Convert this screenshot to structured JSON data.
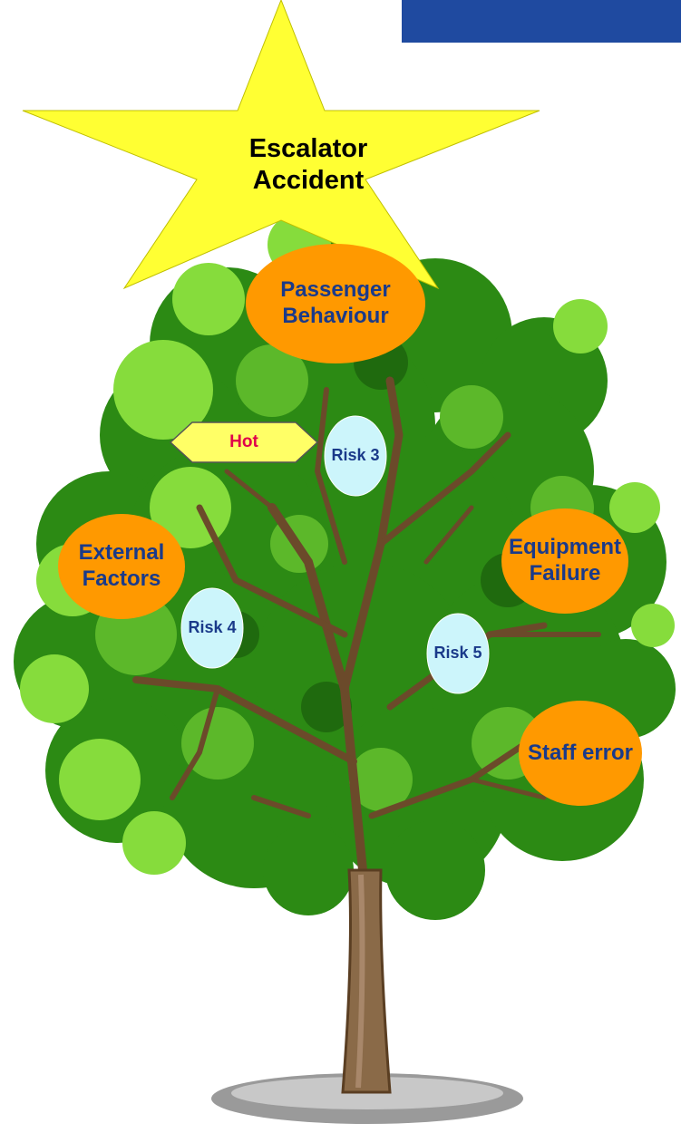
{
  "colors": {
    "banner": "#1f4aa0",
    "star": "#ffff33",
    "orange_node": "#ff9900",
    "risk_node": "#ccf5fb",
    "node_text": "#1a3a8a",
    "hot_fill": "#ffff66",
    "hot_text": "#e0004a",
    "foliage_dark": "#2c8a14",
    "foliage_light": "#86dc3c",
    "branch": "#6b4a2a",
    "trunk": "#8a6a48"
  },
  "root": {
    "label_line1": "Escalator",
    "label_line2": "Accident"
  },
  "hot_tag": {
    "label": "Hot"
  },
  "causes": {
    "passenger": {
      "line1": "Passenger",
      "line2": "Behaviour"
    },
    "external": {
      "line1": "External",
      "line2": "Factors"
    },
    "equipment": {
      "line1": "Equipment",
      "line2": "Failure"
    },
    "staff": {
      "line1": "Staff error"
    }
  },
  "risks": {
    "risk3": "Risk 3",
    "risk4": "Risk 4",
    "risk5": "Risk 5"
  }
}
